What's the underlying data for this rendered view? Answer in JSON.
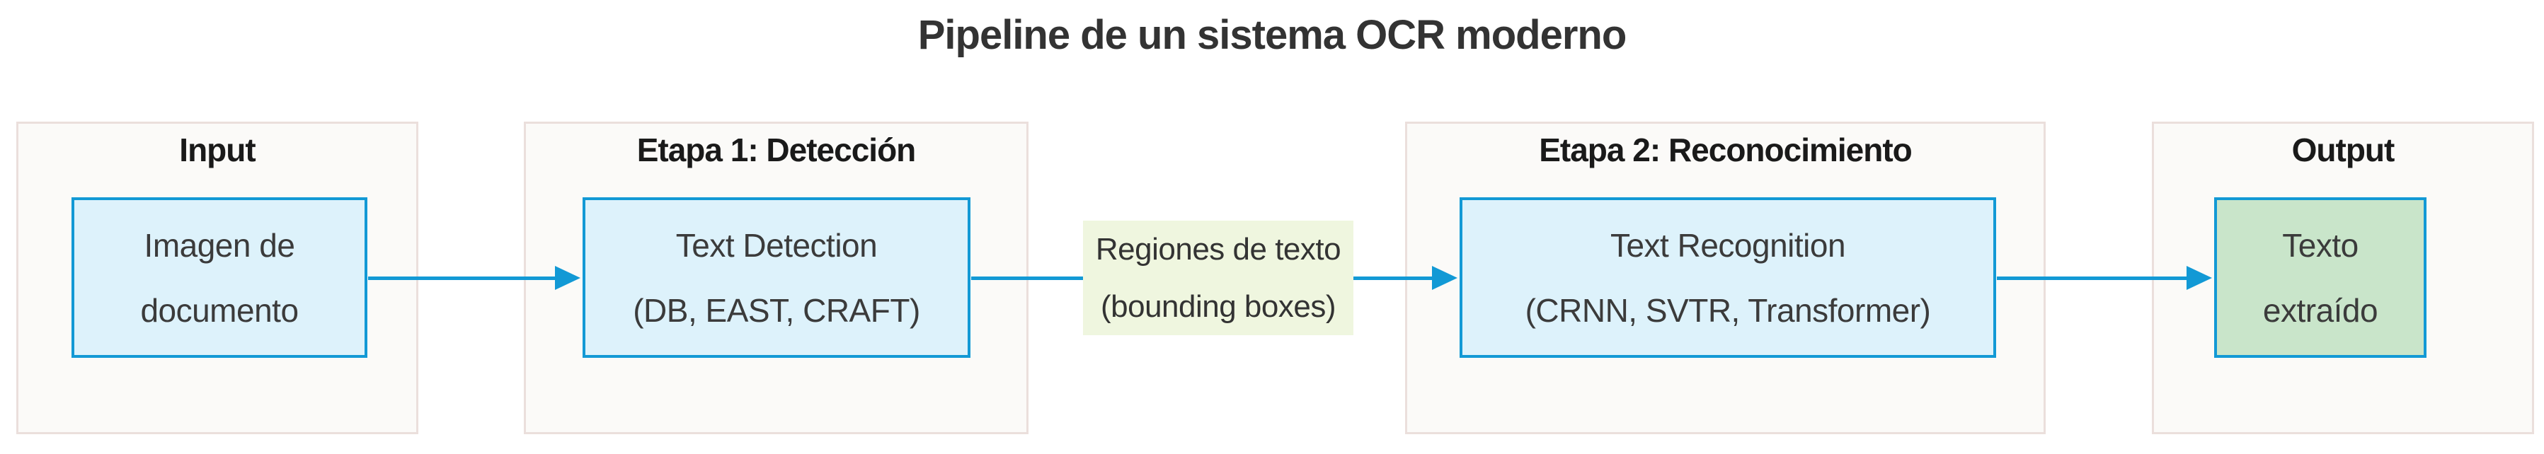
{
  "diagram": {
    "title": "Pipeline de un sistema OCR moderno",
    "groups": [
      {
        "label": "Input",
        "node": {
          "lines": [
            "Imagen de",
            "documento"
          ],
          "style": "default"
        }
      },
      {
        "label": "Etapa 1: Detección",
        "node": {
          "lines": [
            "Text Detection",
            "(DB, EAST, CRAFT)"
          ],
          "style": "default"
        }
      },
      {
        "label": "Etapa 2: Reconocimiento",
        "node": {
          "lines": [
            "Text Recognition",
            "(CRNN, SVTR, Transformer)"
          ],
          "style": "default"
        }
      },
      {
        "label": "Output",
        "node": {
          "lines": [
            "Texto",
            "extraído"
          ],
          "style": "output"
        }
      }
    ],
    "edge_label": {
      "lines": [
        "Regiones de texto",
        "(bounding boxes)"
      ]
    },
    "edges": [
      {
        "from": "Imagen de documento",
        "to": "Text Detection (DB, EAST, CRAFT)",
        "label": ""
      },
      {
        "from": "Text Detection (DB, EAST, CRAFT)",
        "to": "Text Recognition (CRNN, SVTR, Transformer)",
        "label": "Regiones de texto (bounding boxes)"
      },
      {
        "from": "Text Recognition (CRNN, SVTR, Transformer)",
        "to": "Texto extraído",
        "label": ""
      }
    ],
    "colors": {
      "accent_blue": "#1299d5",
      "node_fill_blue": "#ddf2fb",
      "node_fill_green": "#c9e5ca",
      "subgraph_fill": "#fbfaf8",
      "subgraph_border": "#ebdfdc",
      "edge_label_bg": "#eff6df",
      "text": "#333333",
      "background": "#ffffff"
    }
  }
}
